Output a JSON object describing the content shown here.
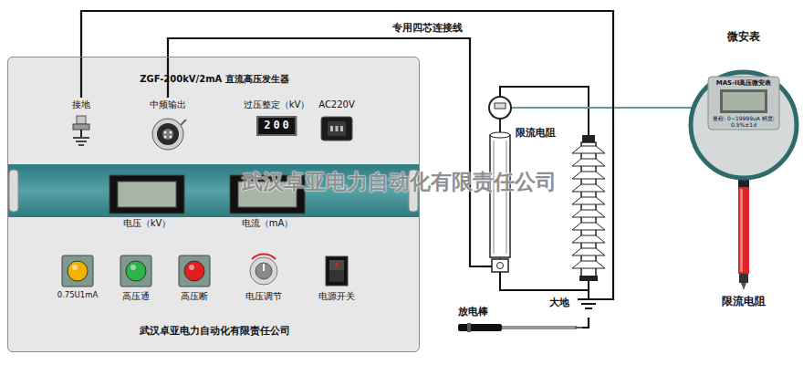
{
  "diagram": {
    "nodes": [
      {
        "text": [
          "ZGF-200kV/2mA 直流高压发生器",
          "武汉卓亚电力自动化有限责任公司"
        ]
      },
      {
        "text": [
          "接地"
        ],
        "in": 0
      },
      {
        "text": [
          "中频输出"
        ],
        "in": 0
      },
      {
        "text": [
          "过压整定（kV）",
          "200"
        ],
        "in": 0
      },
      {
        "text": [
          "AC220V"
        ],
        "in": 0
      },
      {
        "text": [
          "电压（kV）"
        ],
        "in": 0
      },
      {
        "text": [
          "电流（mA）"
        ],
        "in": 0
      },
      {
        "text": [
          "0.75U1mA"
        ],
        "in": 0
      },
      {
        "text": [
          "高压通"
        ],
        "in": 0
      },
      {
        "text": [
          "高压断"
        ],
        "in": 0
      },
      {
        "text": [
          "电压调节"
        ],
        "in": 0
      },
      {
        "text": [
          "电源开关"
        ],
        "in": 0
      },
      {
        "text": [
          "限流电阻"
        ]
      },
      {
        "text": [
          "微安表",
          "MAS-II高压微安表",
          "量程: 0~19999uA 精度: 0.5%±1d"
        ]
      },
      {
        "text": [
          "大地"
        ]
      },
      {
        "text": [
          "放电棒"
        ]
      }
    ],
    "edges": [
      {
        "from": 1,
        "to": 14,
        "arrow": "none"
      },
      {
        "from": 2,
        "to": 12,
        "label": "专用四芯连接线",
        "arrow": "none"
      },
      {
        "from": 15,
        "to": 14,
        "arrow": "none"
      }
    ],
    "labels": [
      "武汉卓亚电力自动化有限责任公司",
      "限流电阻"
    ]
  }
}
